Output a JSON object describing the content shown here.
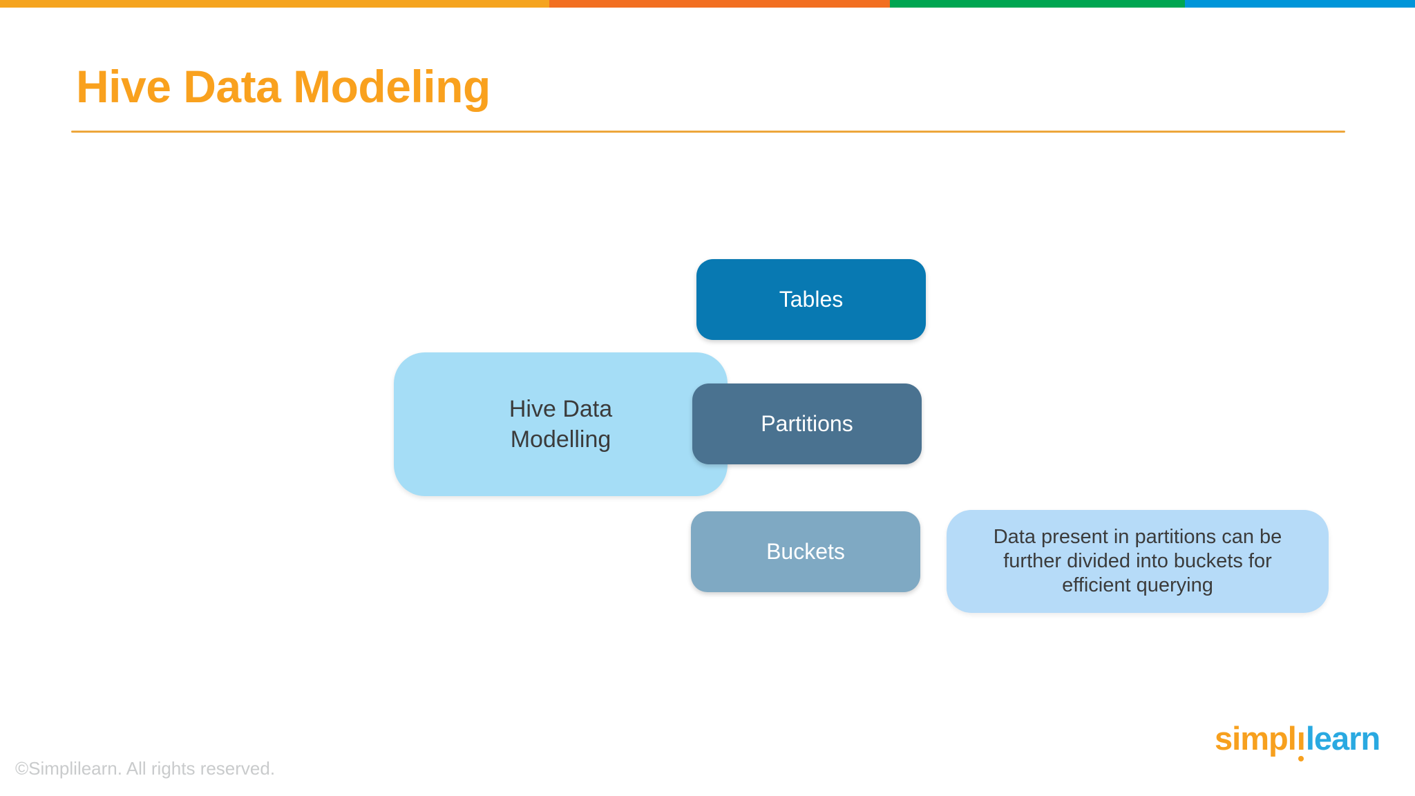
{
  "top_bar": {
    "segments": [
      {
        "name": "amber-segment",
        "color": "#F5A41F"
      },
      {
        "name": "orange-segment",
        "color": "#F26F21"
      },
      {
        "name": "green-segment",
        "color": "#00A651"
      },
      {
        "name": "blue-segment",
        "color": "#0095D9"
      }
    ]
  },
  "title": {
    "text": "Hive Data Modeling",
    "color": "#F9A11E",
    "underline_color": "#EDA63B"
  },
  "diagram": {
    "root": {
      "label": "Hive Data\nModelling",
      "bg_color": "#A5DDF6",
      "text_color": "#3B3B3B"
    },
    "nodes": [
      {
        "label": "Tables",
        "bg_color": "#0879B2",
        "text_color": "#FFFFFF"
      },
      {
        "label": "Partitions",
        "bg_color": "#4A7290",
        "text_color": "#FFFFFF"
      },
      {
        "label": "Buckets",
        "bg_color": "#7FA9C3",
        "text_color": "#FFFFFF"
      }
    ],
    "callout": {
      "text": "Data present in partitions can be\nfurther divided into buckets for\nefficient querying",
      "bg_color": "#B6DBF8",
      "text_color": "#3B3B3B"
    }
  },
  "footer": {
    "copyright": "©Simplilearn. All rights reserved.",
    "copyright_color": "#C9CBCC",
    "logo": {
      "prefix": "simpl",
      "i_stem": "ı",
      "suffix": "learn",
      "orange": "#F7A01E",
      "blue": "#29A9E1"
    }
  }
}
